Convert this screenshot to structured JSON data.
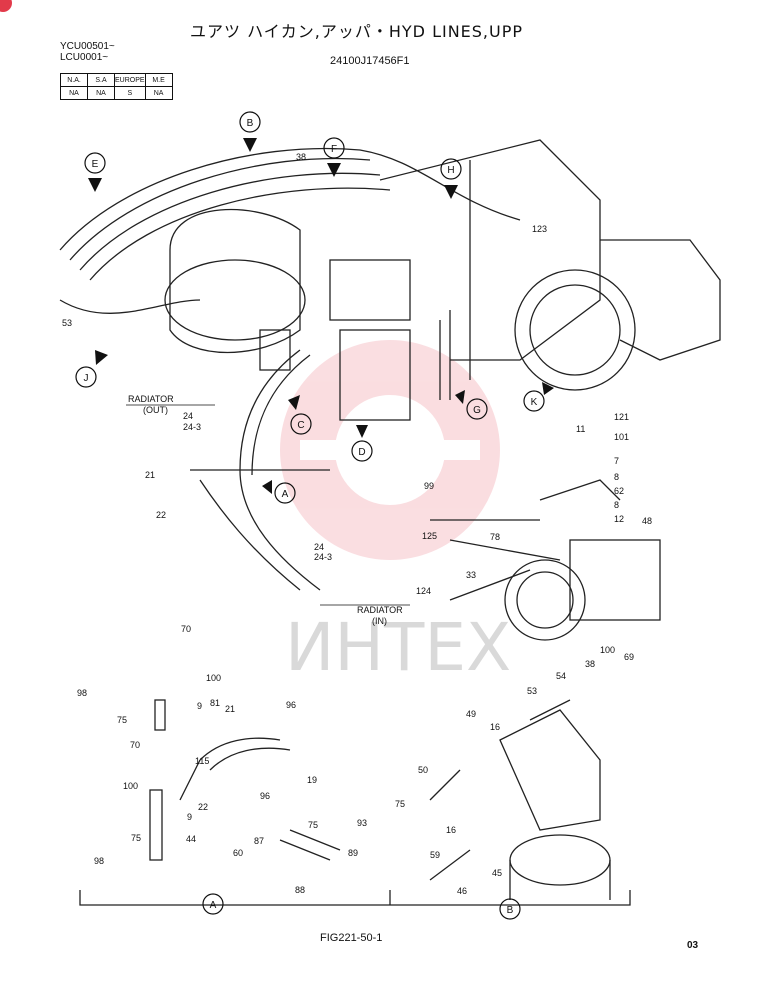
{
  "header": {
    "title": "ユアツ ハイカン,アッパ・HYD LINES,UPP",
    "doc_number": "24100J17456F1",
    "serials": [
      "YCU00501~",
      "LCU0001~"
    ],
    "codes_header": [
      "N.A.",
      "S.A",
      "EUROPE",
      "M.E"
    ],
    "codes_values": [
      "NA",
      "NA",
      "S",
      "NA"
    ]
  },
  "footer": {
    "figure": "FIG221-50-1",
    "page": "03"
  },
  "watermark": "ИНТЕХ",
  "callouts": [
    "A",
    "B",
    "C",
    "D",
    "E",
    "F",
    "G",
    "H",
    "J",
    "K"
  ],
  "labels": {
    "radiator_out": "RADIATOR",
    "radiator_out_sub": "(OUT)",
    "radiator_in": "RADIATOR",
    "radiator_in_sub": "(IN)"
  },
  "part_numbers": [
    "38",
    "53",
    "123",
    "121",
    "101",
    "11",
    "7",
    "8",
    "62",
    "8",
    "12",
    "48",
    "99",
    "125",
    "78",
    "33",
    "124",
    "100",
    "69",
    "24",
    "24-3",
    "21",
    "22",
    "24",
    "24-3",
    "70",
    "100",
    "98",
    "81",
    "9",
    "75",
    "21",
    "96",
    "70",
    "115",
    "100",
    "96",
    "19",
    "9",
    "22",
    "75",
    "98",
    "44",
    "87",
    "75",
    "60",
    "89",
    "88",
    "93",
    "49",
    "16",
    "54",
    "53",
    "38",
    "50",
    "75",
    "59",
    "16",
    "45",
    "46"
  ],
  "detail_labels": [
    "A",
    "B"
  ]
}
